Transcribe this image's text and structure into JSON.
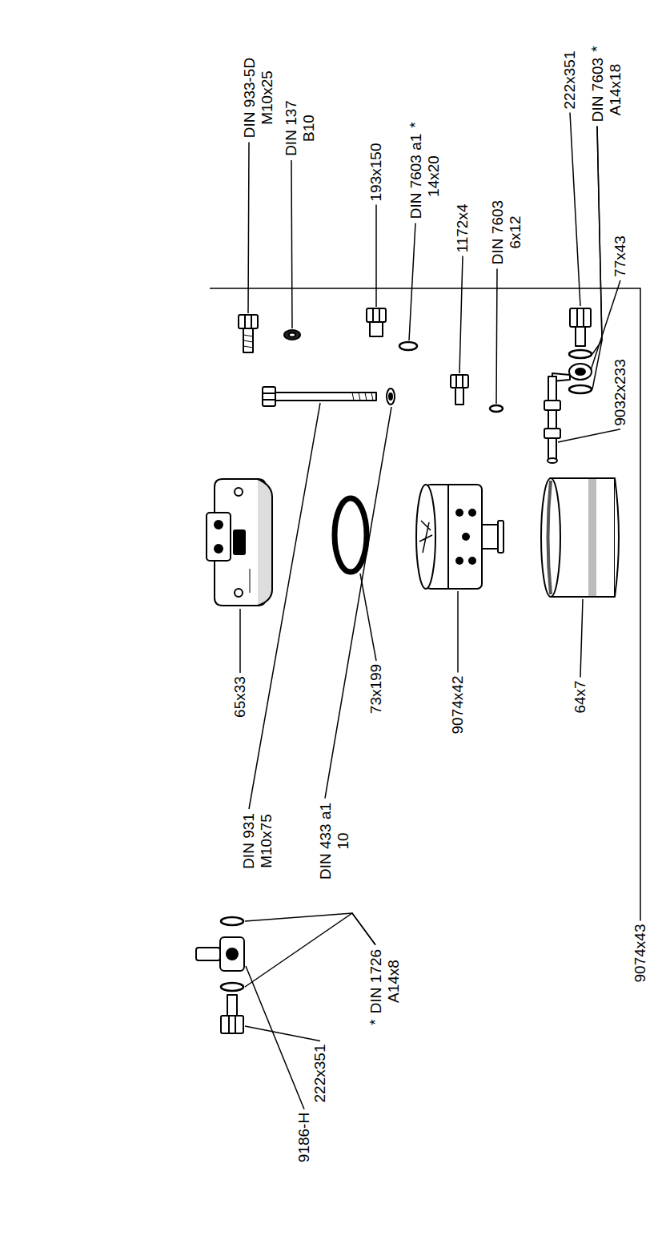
{
  "diagram": {
    "labels": [
      "DIN 933-5D M10x25",
      "DIN 137 B10",
      "193x150",
      "DIN 7603 a1 14x20",
      "*",
      "1172x4",
      "DIN 7603 6x12",
      "222x351",
      "DIN 7603 A14x18",
      "*",
      "77x43",
      "9032x233",
      "9074x43",
      "65x33",
      "73x199",
      "9074x42",
      "64x7",
      "DIN 931 M10x75",
      "DIN 433 a1 10",
      "*",
      "DIN 1726 A14x8",
      "222x351",
      "9186-H"
    ]
  }
}
